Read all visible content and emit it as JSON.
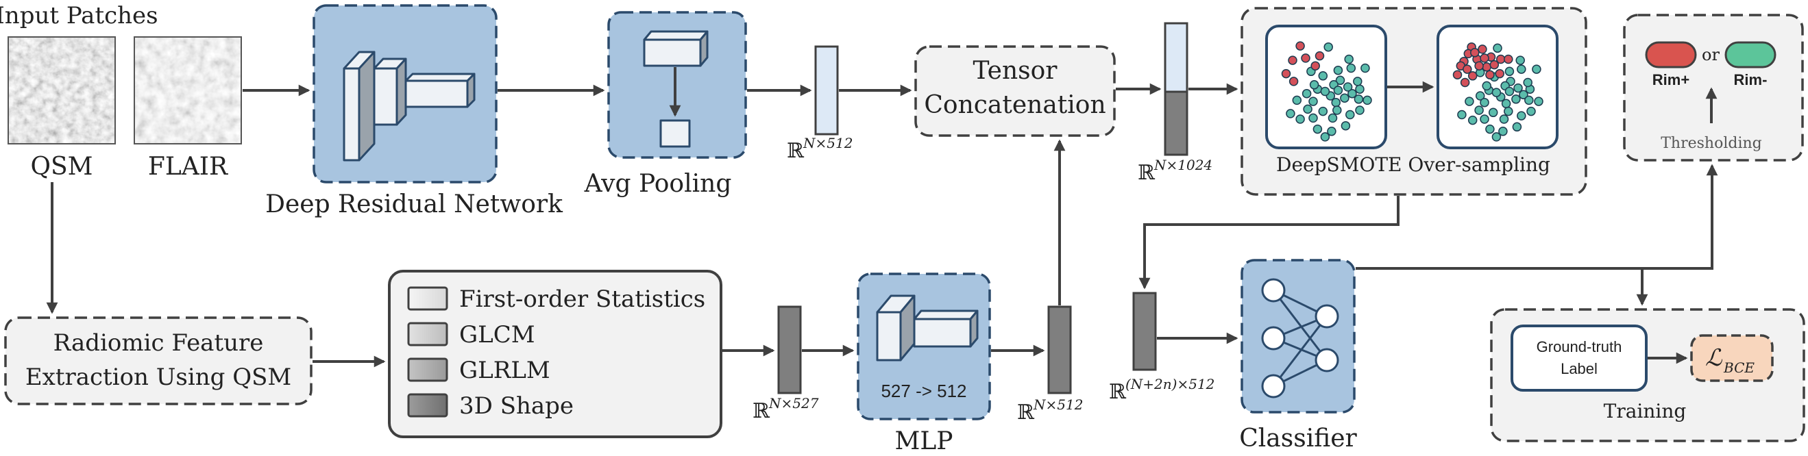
{
  "colors": {
    "blue_fill": "#a8c4df",
    "blue_stroke": "#2b4a6b",
    "grey_box_fill": "#f2f2f2",
    "dark_stroke": "#404040",
    "light_tensor": "#dde9f6",
    "dark_tensor": "#7f7f7f",
    "point_teal": "#5bbcab",
    "point_red": "#d4515a",
    "rim_pos": "#d9544f",
    "rim_neg": "#5cc59a",
    "loss_fill": "#f8d6bd"
  },
  "labels": {
    "input_patches": "Input Patches",
    "qsm": "QSM",
    "flair": "FLAIR",
    "deep_residual_network": "Deep Residual Network",
    "avg_pooling": "Avg Pooling",
    "tensor_concat_line1": "Tensor",
    "tensor_concat_line2": "Concatenation",
    "deepsmote": "DeepSMOTE Over-sampling",
    "rim_pos": "Rim+",
    "or": "or",
    "rim_neg": "Rim-",
    "thresholding": "Thresholding",
    "radiomic_line1": "Radiomic Feature",
    "radiomic_line2": "Extraction Using QSM",
    "feature_1": "First-order Statistics",
    "feature_2": "GLCM",
    "feature_3": "GLRLM",
    "feature_4": "3D Shape",
    "mlp_dim": "527 -> 512",
    "mlp": "MLP",
    "classifier": "Classifier",
    "ground_truth_line1": "Ground-truth",
    "ground_truth_line2": "Label",
    "loss": "ℒ",
    "loss_sub": "BCE",
    "training": "Training"
  },
  "dims": {
    "n512_top": "N×512",
    "n1024": "N×1024",
    "n527": "N×527",
    "n512_mlp": "N×512",
    "n2n512": "(N+2n)×512"
  },
  "real_symbol": "ℝ",
  "smote_points": {
    "before_teal": [
      [
        0.52,
        0.14
      ],
      [
        0.36,
        0.36
      ],
      [
        0.71,
        0.25
      ],
      [
        0.32,
        0.56
      ],
      [
        0.59,
        0.64
      ],
      [
        0.81,
        0.52
      ],
      [
        0.73,
        0.33
      ],
      [
        0.47,
        0.72
      ],
      [
        0.42,
        0.52
      ],
      [
        0.23,
        0.62
      ],
      [
        0.63,
        0.44
      ],
      [
        0.79,
        0.45
      ],
      [
        0.54,
        0.58
      ],
      [
        0.68,
        0.85
      ],
      [
        0.88,
        0.62
      ],
      [
        0.38,
        0.63
      ],
      [
        0.17,
        0.74
      ],
      [
        0.49,
        0.54
      ],
      [
        0.74,
        0.56
      ],
      [
        0.55,
        0.9
      ],
      [
        0.57,
        0.48
      ],
      [
        0.38,
        0.78
      ],
      [
        0.86,
        0.33
      ],
      [
        0.7,
        0.5
      ],
      [
        0.61,
        0.53
      ],
      [
        0.8,
        0.61
      ],
      [
        0.42,
        0.88
      ],
      [
        0.6,
        0.71
      ],
      [
        0.47,
        0.4
      ],
      [
        0.26,
        0.79
      ],
      [
        0.72,
        0.75
      ],
      [
        0.49,
        0.95
      ],
      [
        0.61,
        0.35
      ],
      [
        0.81,
        0.71
      ],
      [
        0.56,
        0.78
      ],
      [
        0.67,
        0.6
      ],
      [
        0.39,
        0.48
      ],
      [
        0.33,
        0.7
      ]
    ],
    "before_red": [
      [
        0.19,
        0.26
      ],
      [
        0.26,
        0.13
      ],
      [
        0.44,
        0.22
      ],
      [
        0.13,
        0.38
      ],
      [
        0.31,
        0.24
      ],
      [
        0.4,
        0.31
      ],
      [
        0.2,
        0.45
      ]
    ],
    "after_teal": [
      [
        0.5,
        0.15
      ],
      [
        0.34,
        0.37
      ],
      [
        0.71,
        0.26
      ],
      [
        0.34,
        0.58
      ],
      [
        0.58,
        0.65
      ],
      [
        0.8,
        0.52
      ],
      [
        0.72,
        0.34
      ],
      [
        0.46,
        0.73
      ],
      [
        0.42,
        0.53
      ],
      [
        0.24,
        0.63
      ],
      [
        0.62,
        0.45
      ],
      [
        0.78,
        0.46
      ],
      [
        0.53,
        0.59
      ],
      [
        0.68,
        0.86
      ],
      [
        0.88,
        0.63
      ],
      [
        0.38,
        0.64
      ],
      [
        0.17,
        0.75
      ],
      [
        0.49,
        0.55
      ],
      [
        0.74,
        0.57
      ],
      [
        0.55,
        0.9
      ],
      [
        0.57,
        0.49
      ],
      [
        0.38,
        0.79
      ],
      [
        0.86,
        0.34
      ],
      [
        0.69,
        0.51
      ],
      [
        0.61,
        0.54
      ],
      [
        0.79,
        0.62
      ],
      [
        0.43,
        0.88
      ],
      [
        0.6,
        0.72
      ],
      [
        0.47,
        0.41
      ],
      [
        0.27,
        0.8
      ],
      [
        0.72,
        0.76
      ],
      [
        0.49,
        0.95
      ],
      [
        0.61,
        0.36
      ],
      [
        0.81,
        0.72
      ],
      [
        0.56,
        0.79
      ],
      [
        0.67,
        0.61
      ],
      [
        0.4,
        0.49
      ],
      [
        0.33,
        0.71
      ]
    ],
    "after_red": [
      [
        0.19,
        0.27
      ],
      [
        0.26,
        0.14
      ],
      [
        0.44,
        0.23
      ],
      [
        0.13,
        0.39
      ],
      [
        0.31,
        0.25
      ],
      [
        0.4,
        0.32
      ],
      [
        0.2,
        0.46
      ],
      [
        0.23,
        0.2
      ],
      [
        0.36,
        0.16
      ],
      [
        0.16,
        0.31
      ],
      [
        0.33,
        0.31
      ],
      [
        0.27,
        0.4
      ],
      [
        0.47,
        0.3
      ],
      [
        0.38,
        0.24
      ],
      [
        0.22,
        0.34
      ],
      [
        0.53,
        0.25
      ],
      [
        0.29,
        0.19
      ],
      [
        0.43,
        0.39
      ],
      [
        0.6,
        0.25
      ],
      [
        0.52,
        0.38
      ]
    ]
  }
}
